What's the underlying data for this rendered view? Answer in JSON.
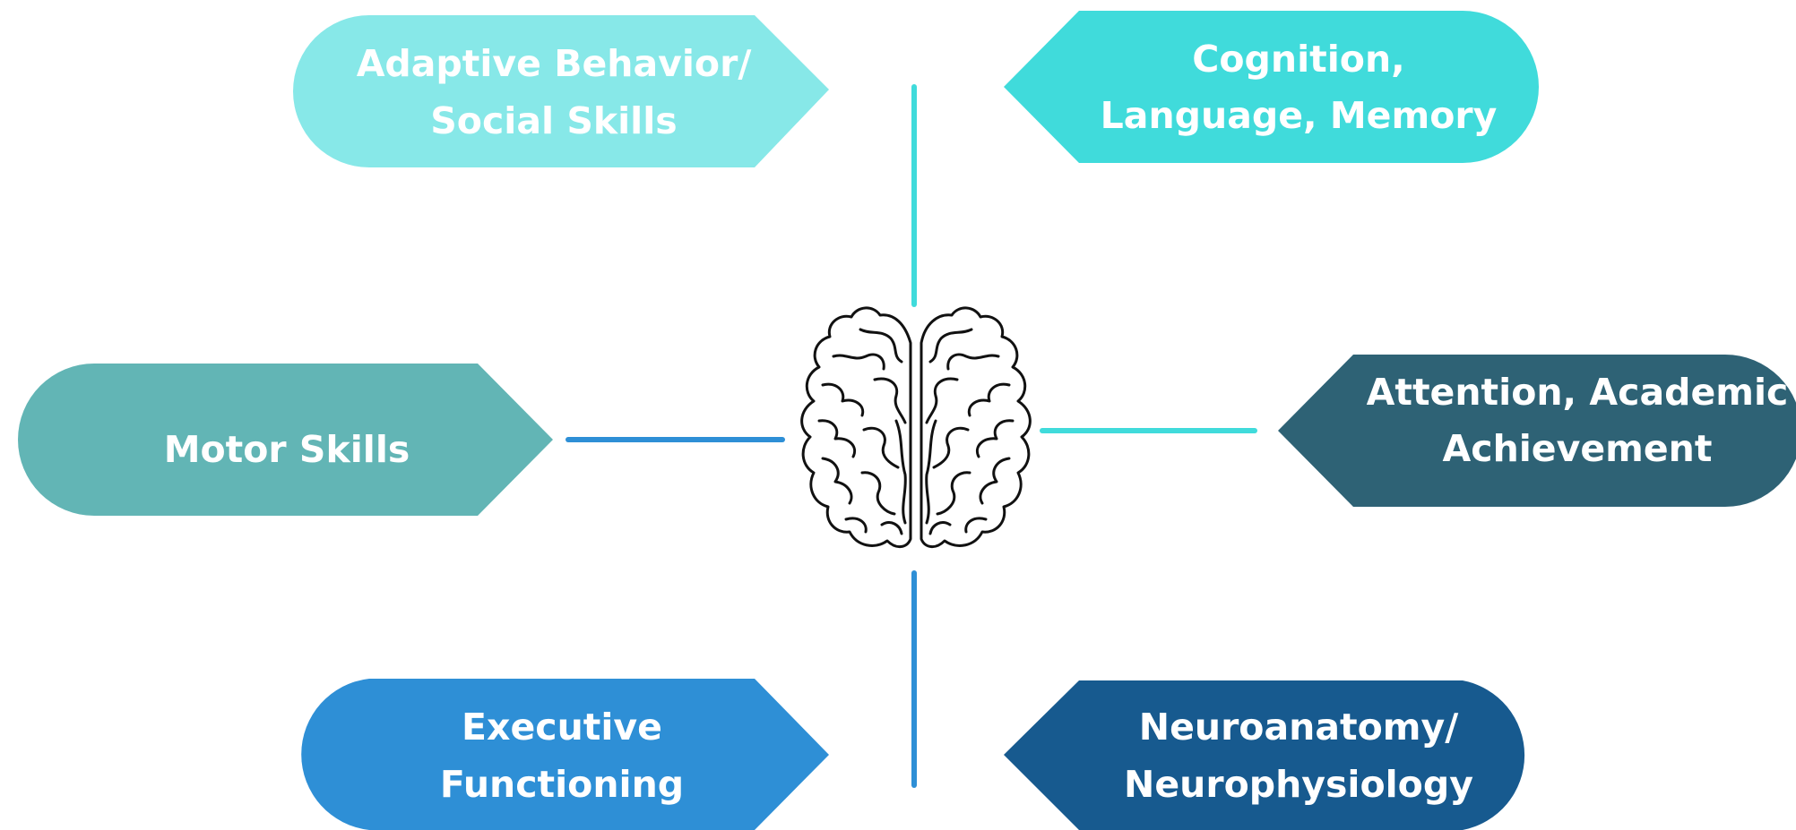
{
  "diagram": {
    "nodes": [
      {
        "id": "adaptive",
        "line1": "Adaptive Behavior/",
        "line2": "Social Skills",
        "color": "#87E8E8"
      },
      {
        "id": "cognition",
        "line1": "Cognition,",
        "line2": "Language, Memory",
        "color": "#40DBDB"
      },
      {
        "id": "motor",
        "line1": "Motor Skills",
        "line2": "",
        "color": "#62B5B5"
      },
      {
        "id": "attention",
        "line1": "Attention, Academic",
        "line2": "Achievement",
        "color": "#2E6275"
      },
      {
        "id": "executive",
        "line1": "Executive",
        "line2": "Functioning",
        "color": "#2E8FD6"
      },
      {
        "id": "neuro",
        "line1": "Neuroanatomy/",
        "line2": "Neurophysiology",
        "color": "#175A8F"
      }
    ],
    "center_icon": "brain-icon",
    "connector_colors": {
      "top": "#40DBDB",
      "right": "#40DBDB",
      "left": "#2E8FD6",
      "bottom": "#2E8FD6"
    }
  }
}
